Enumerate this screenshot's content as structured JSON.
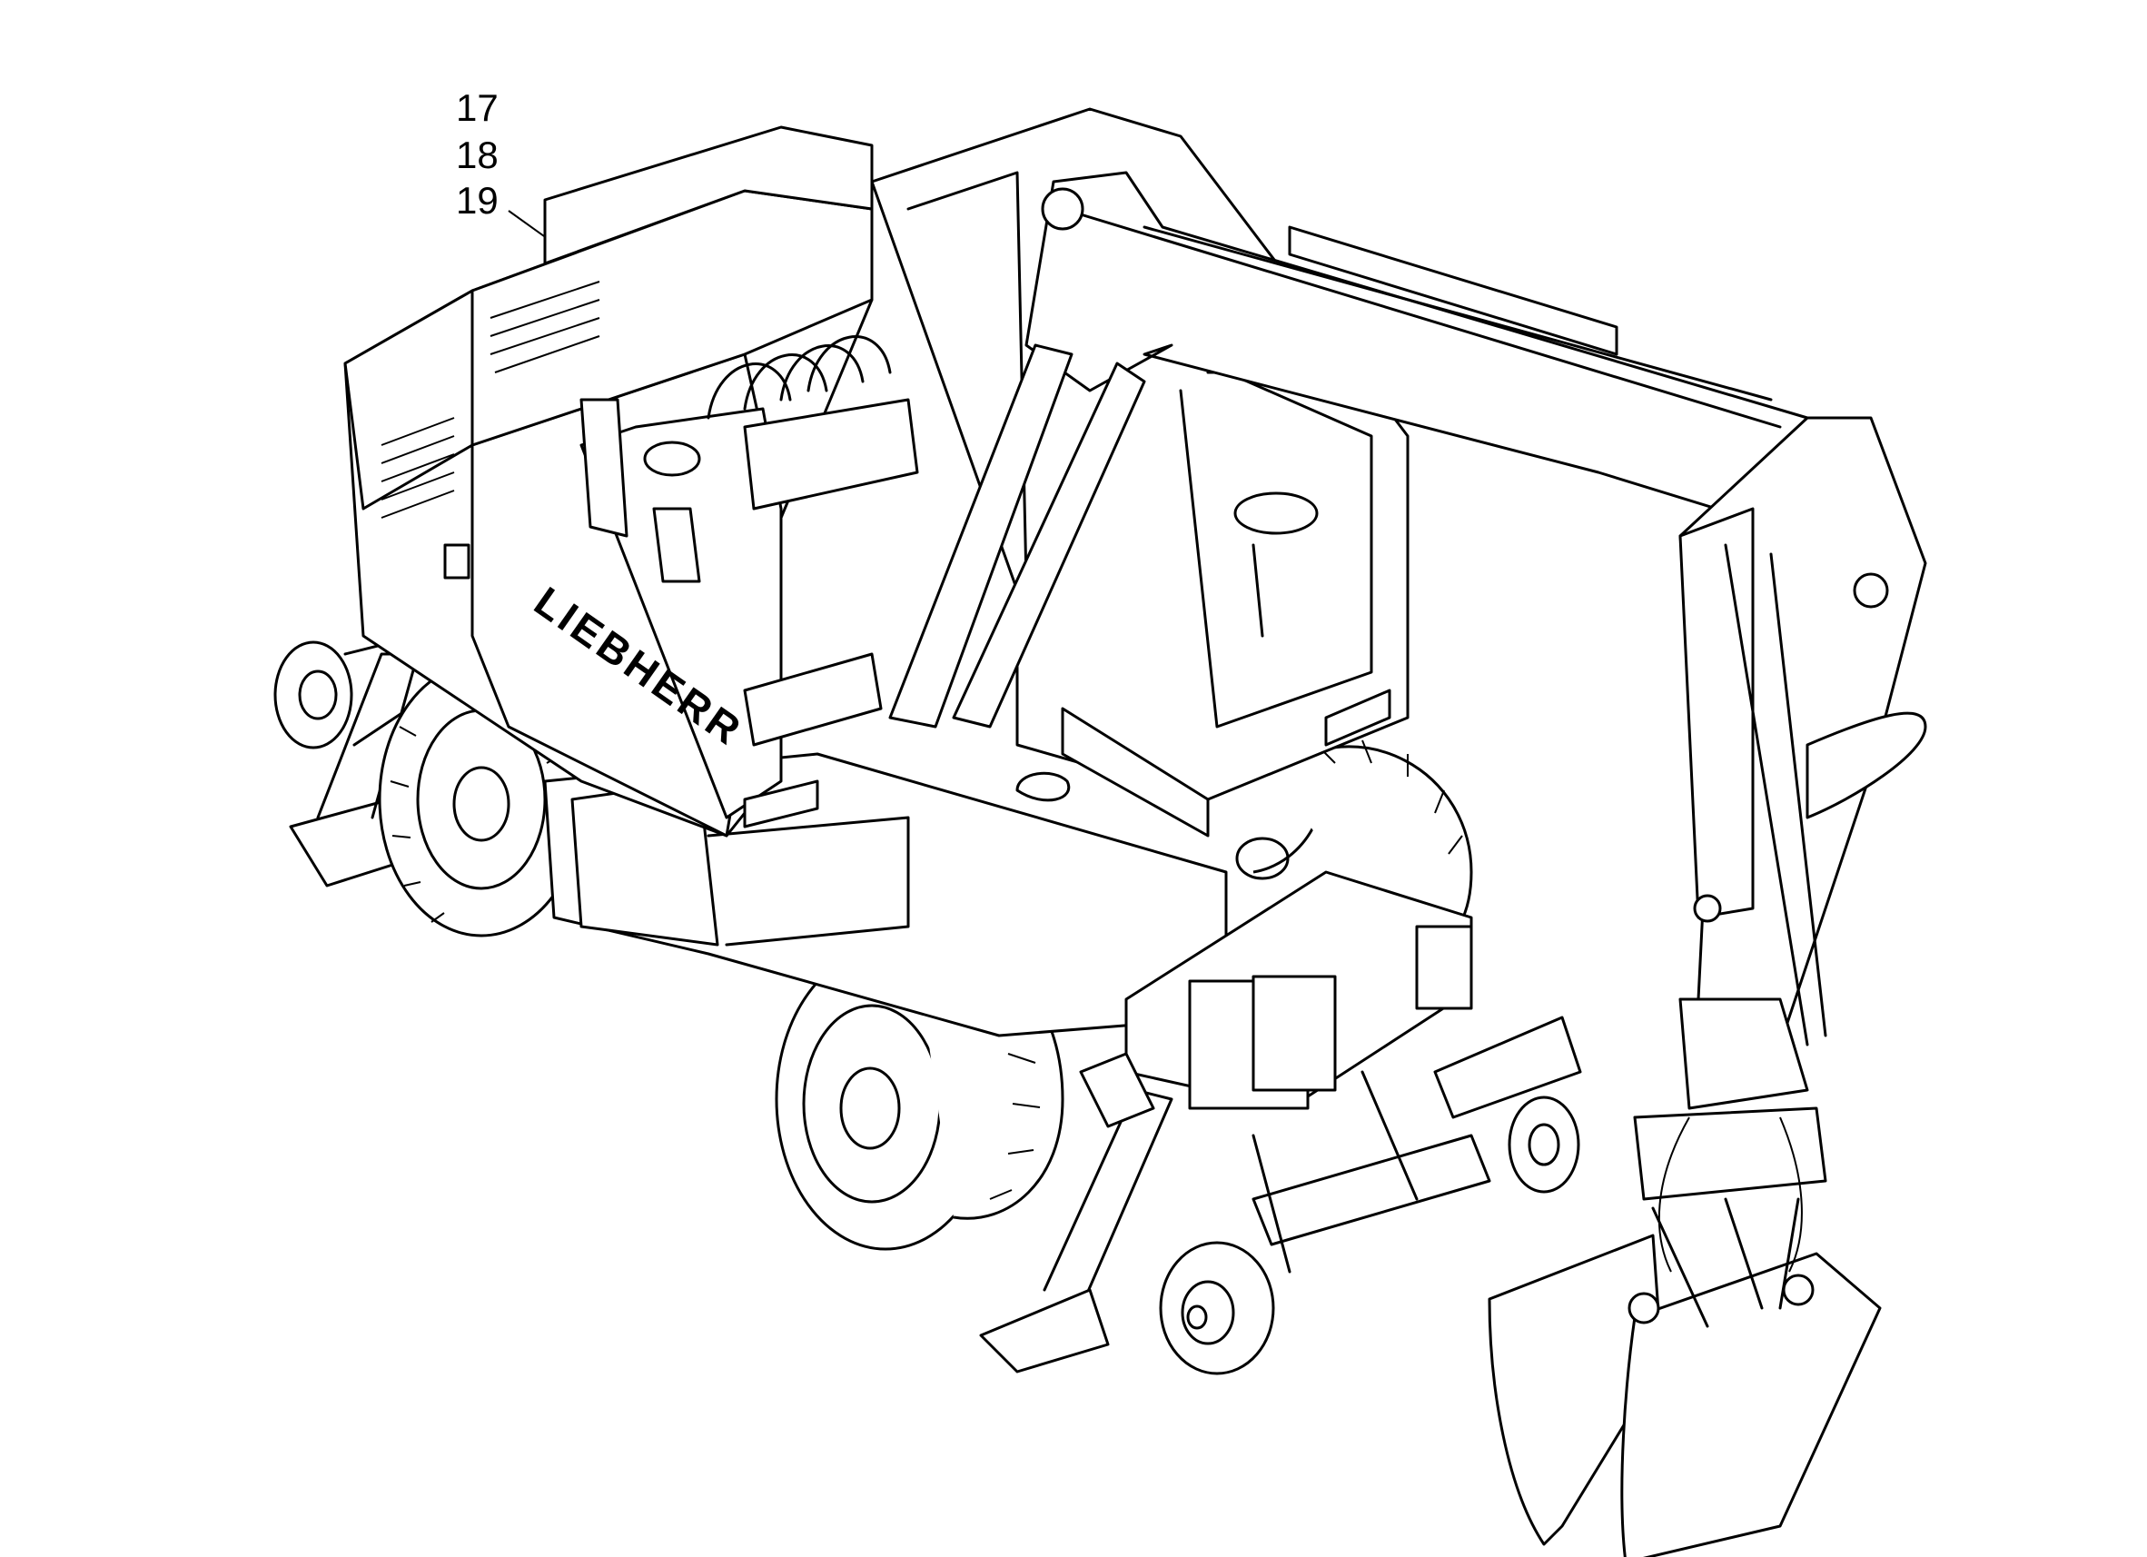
{
  "callouts": [
    {
      "label": "17"
    },
    {
      "label": "18"
    },
    {
      "label": "19"
    }
  ],
  "machine": {
    "brand_text": "LIEBHERR"
  },
  "colors": {
    "line": "#000000",
    "background": "#ffffff"
  }
}
